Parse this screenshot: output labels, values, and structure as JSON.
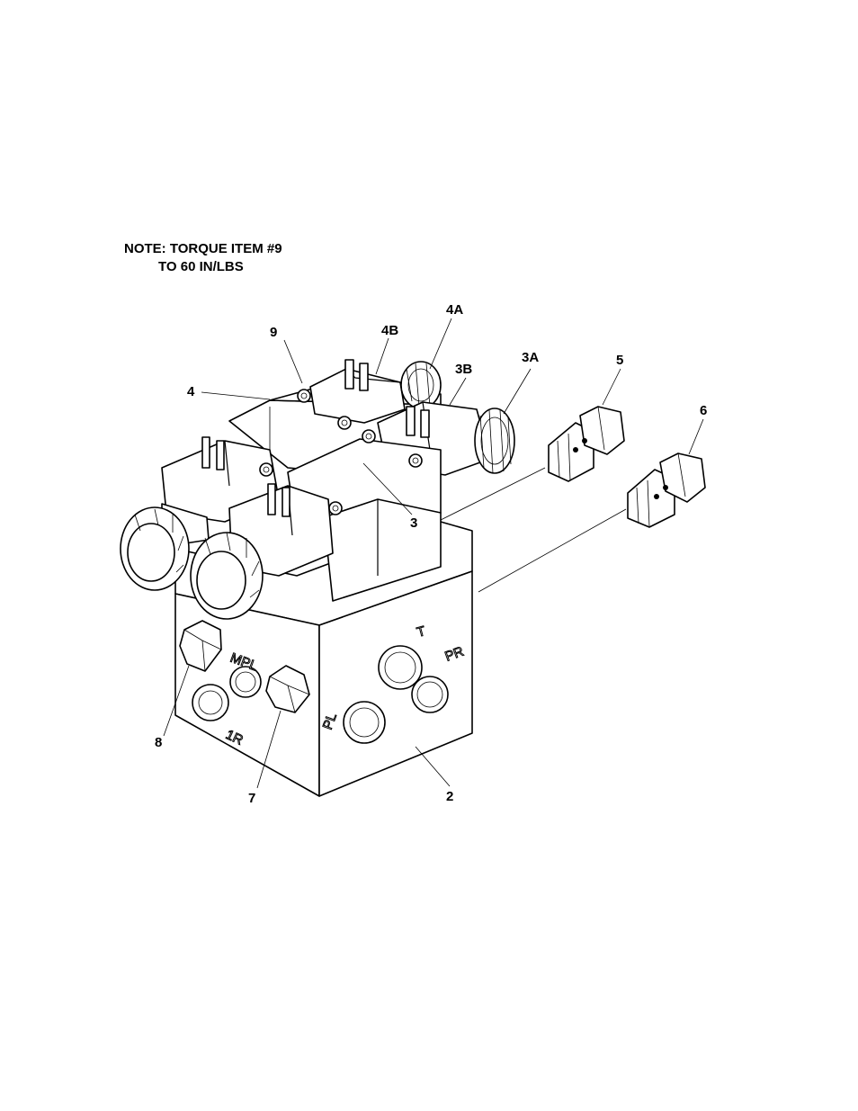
{
  "note": {
    "line1": "NOTE: TORQUE ITEM #9",
    "line2": "TO 60 IN/LBS"
  },
  "callouts": {
    "c9": "9",
    "c4B": "4B",
    "c4A": "4A",
    "c3B": "3B",
    "c3A": "3A",
    "c5": "5",
    "c6": "6",
    "c4": "4",
    "c3": "3",
    "c8": "8",
    "c7": "7",
    "c2": "2"
  },
  "ports": {
    "T": "T",
    "PR": "PR",
    "PL": "PL",
    "MPL": "MPL",
    "R1": "1R"
  }
}
